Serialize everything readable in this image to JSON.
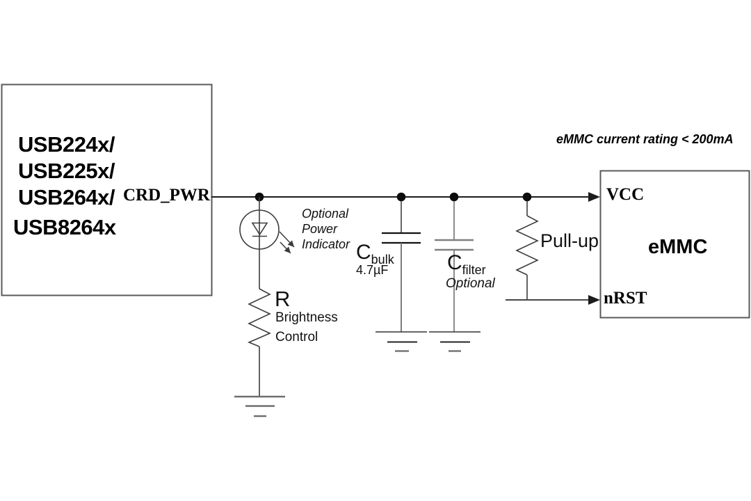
{
  "hub": {
    "lines": [
      "USB224x/",
      "USB225x/",
      "USB264x/",
      "USB8264x"
    ],
    "pin": "CRD_PWR"
  },
  "note": "eMMC current rating < 200mA",
  "led": {
    "note_lines": [
      "Optional",
      "Power",
      "Indicator"
    ]
  },
  "resistor": {
    "name": "R",
    "note_lines": [
      "Brightness",
      "Control"
    ]
  },
  "cap_bulk": {
    "sym": "C",
    "sub": "bulk",
    "value": "4.7µF"
  },
  "cap_filter": {
    "sym": "C",
    "sub": "filter",
    "note": "Optional"
  },
  "pullup": {
    "label": "Pull-up"
  },
  "emmc": {
    "title": "eMMC",
    "pin_vcc": "VCC",
    "pin_nrst": "nRST"
  },
  "colors": {
    "wire": "#1c1c1c",
    "component": "#3c3c3c",
    "gray": "#6e6e6e",
    "box_border": "#58595b",
    "text": "#000000",
    "background": "#ffffff"
  }
}
